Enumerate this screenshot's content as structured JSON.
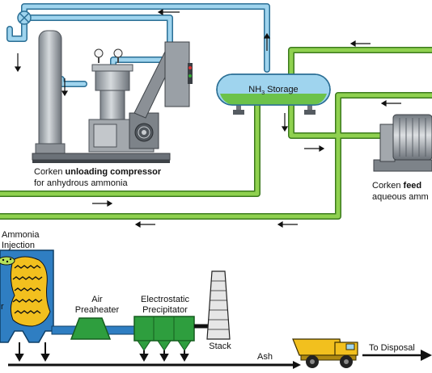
{
  "colors": {
    "blue_pipe": "#9fd4ee",
    "blue_pipe_edge": "#2b6f95",
    "green_pipe": "#8fd14f",
    "green_pipe_edge": "#3c7a1e",
    "boiler_blue": "#2f7ec2",
    "equipment_green": "#2e9e3e",
    "tank_blue": "#9fd4ee",
    "tank_green": "#6cc24a",
    "truck_yellow": "#f2c01e",
    "machine_grey": "#9aa0a6"
  },
  "labels": {
    "storage": "NH3 Storage",
    "storage_main": "NH",
    "storage_sub": "3",
    "storage_rest": " Storage",
    "compressor_prefix": "Corken ",
    "compressor_bold": "unloading compressor",
    "compressor_line2": "for anhydrous ammonia",
    "feed_prefix": "Corken ",
    "feed_bold": "feed",
    "feed_line2": "aqueous amm",
    "ammonia_line1": "Ammonia",
    "ammonia_line2": "Injection",
    "boiler_fragment": "r",
    "air_line1": "Air",
    "air_line2": "Preaheater",
    "esp_line1": "Electrostatic",
    "esp_line2": "Precipitator",
    "stack": "Stack",
    "ash": "Ash",
    "disposal": "To Disposal"
  },
  "icons": {
    "flow_arrow": "arrow-icon",
    "valve": "valve-icon",
    "fan": "fan-icon",
    "gauge": "gauge-icon"
  }
}
